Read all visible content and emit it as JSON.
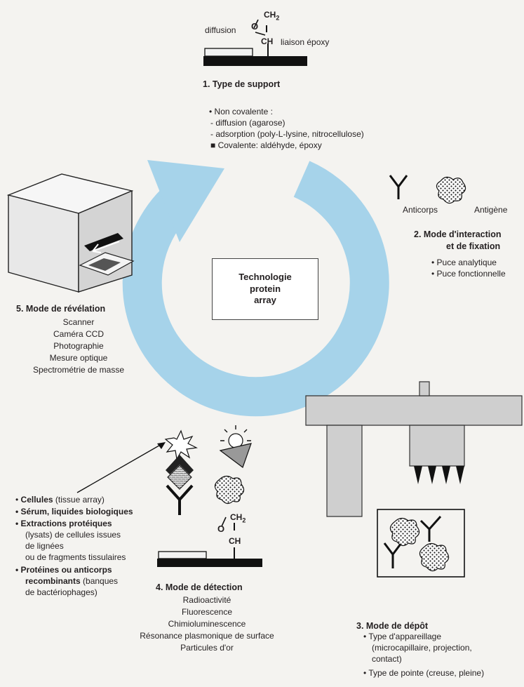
{
  "center": {
    "line1": "Technologie",
    "line2": "protein",
    "line3": "array"
  },
  "support": {
    "diffusion": "diffusion",
    "epoxy_link": "liaison époxy",
    "title": "1. Type de support",
    "noncov": "Non covalente :",
    "items": [
      "- diffusion (agarose)",
      "- adsorption (poly-L-lysine, nitrocellulose)"
    ],
    "cov": "Covalente: aldéhyde, époxy"
  },
  "chem": {
    "o": "O",
    "ch2": "CH",
    "ch2_sub": "2",
    "ch": "CH"
  },
  "interaction": {
    "anticorps": "Anticorps",
    "antigene": "Antigène",
    "title1": "2. Mode d'interaction",
    "title2": "et de fixation",
    "items": [
      "Puce analytique",
      "Puce fonctionnelle"
    ]
  },
  "revelation": {
    "title": "5. Mode de révélation",
    "items": [
      "Scanner",
      "Caméra CCD",
      "Photographie",
      "Mesure optique",
      "Spectrométrie de masse"
    ]
  },
  "samples": {
    "cells_b": "Cellules",
    "cells_r": " (tissue array)",
    "serum": "Sérum, liquides biologiques",
    "extr": "Extractions protéiques",
    "extr_lines": [
      "(lysats) de cellules issues",
      "de lignées",
      "ou de fragments tissulaires"
    ],
    "recomb1": "Protéines ou anticorps",
    "recomb2_b": "recombinants",
    "recomb2_r": " (banques",
    "recomb3": "de bactériophages)"
  },
  "detection": {
    "title": "4. Mode de détection",
    "items": [
      "Radioactivité",
      "Fluorescence",
      "Chimioluminescence",
      "Résonance plasmonique de surface",
      "Particules d'or"
    ]
  },
  "depot": {
    "title": "3. Mode de dépôt",
    "item1": "Type d'appareillage",
    "item1_lines": [
      "(microcapillaire, projection,",
      "contact)"
    ],
    "item2": "Type de pointe (creuse, pleine)"
  },
  "colors": {
    "arrow": "#a6d3ea",
    "background": "#f4f3f0",
    "ink": "#231f20",
    "device": "#d9d9d9"
  }
}
